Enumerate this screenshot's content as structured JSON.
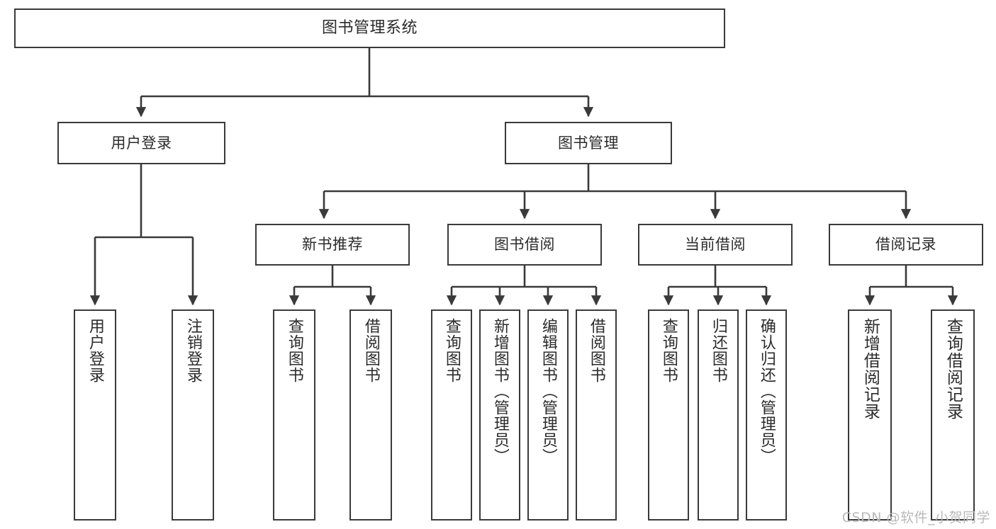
{
  "diagram": {
    "type": "tree",
    "title": "图书管理系统",
    "orientation": "top-down",
    "colors": {
      "box_border": "#3a3a3a",
      "box_fill": "#ffffff",
      "edge": "#3a3a3a",
      "text": "#2b2b2b",
      "watermark": "#b9b9b9"
    },
    "root": {
      "label": "图书管理系统"
    },
    "level2": [
      {
        "label": "用户登录"
      },
      {
        "label": "图书管理"
      }
    ],
    "level3": [
      {
        "label": "新书推荐"
      },
      {
        "label": "图书借阅"
      },
      {
        "label": "当前借阅"
      },
      {
        "label": "借阅记录"
      }
    ],
    "leaves": {
      "user_login": [
        {
          "label": "用户登录"
        },
        {
          "label": "注销登录"
        }
      ],
      "new_book_recommend": [
        {
          "label": "查询图书"
        },
        {
          "label": "借阅图书"
        }
      ],
      "book_borrow": [
        {
          "label": "查询图书"
        },
        {
          "label": "新增图书（管理员）"
        },
        {
          "label": "编辑图书（管理员）"
        },
        {
          "label": "借阅图书"
        }
      ],
      "current_borrow": [
        {
          "label": "查询图书"
        },
        {
          "label": "归还图书"
        },
        {
          "label": "确认归还（管理员）"
        }
      ],
      "borrow_record": [
        {
          "label": "新增借阅记录"
        },
        {
          "label": "查询借阅记录"
        }
      ]
    }
  },
  "watermark": {
    "text": "CSDN @软件_小贺同学"
  }
}
